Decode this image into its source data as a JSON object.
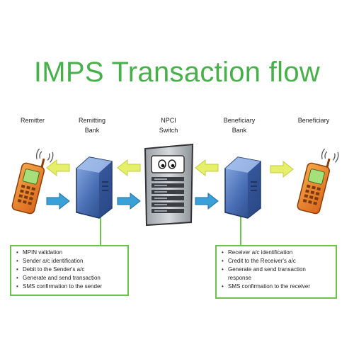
{
  "title": "IMPS Transaction flow",
  "nodes": {
    "remitter": "Remitter",
    "remitting_bank": [
      "Remitting",
      "Bank"
    ],
    "npci_switch": [
      "NPCI",
      "Switch"
    ],
    "beneficiary_bank": [
      "Beneficiary",
      "Bank"
    ],
    "beneficiary": "Beneficiary"
  },
  "left_box": {
    "items": [
      "MPIN validation",
      "Sender  a/c identification",
      "Debit to the Sender's a/c",
      "Generate and send transaction",
      "SMS confirmation to the sender"
    ]
  },
  "right_box": {
    "items": [
      "Receiver a/c identification",
      "Credit to the Receiver's a/c",
      "Generate and send transaction",
      "response",
      "SMS confirmation to the receiver"
    ]
  },
  "colors": {
    "title": "#48b04b",
    "arrow_yellow": "#e6ef6a",
    "arrow_blue": "#3aa0d8",
    "box_border": "#6cc24a",
    "phone_body": "#f08a2c",
    "server_blue": "#4a6fb5"
  }
}
